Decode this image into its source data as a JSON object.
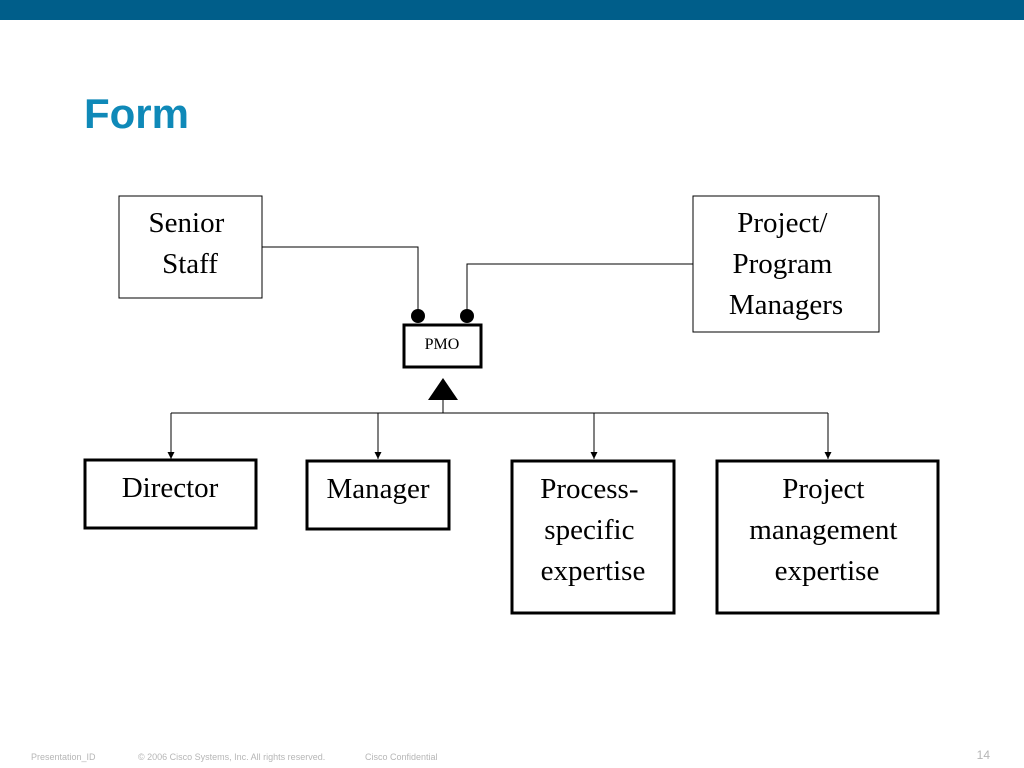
{
  "slide": {
    "title": "Form",
    "accent_color": "#005e8a",
    "title_color": "#0f89b8"
  },
  "diagram": {
    "senior_staff": [
      "Senior",
      "Staff"
    ],
    "project_program_managers": [
      "Project/",
      "Program",
      "Managers"
    ],
    "pmo": "PMO",
    "director": [
      "Director"
    ],
    "manager": [
      "Manager"
    ],
    "process_specific_expertise": [
      "Process-",
      "specific",
      "expertise"
    ],
    "project_management_expertise": [
      "Project",
      "management",
      "expertise"
    ]
  },
  "footer": {
    "presentation_id": "Presentation_ID",
    "copyright": "© 2006 Cisco Systems, Inc. All rights reserved.",
    "confidential": "Cisco Confidential",
    "page_number": "14"
  }
}
